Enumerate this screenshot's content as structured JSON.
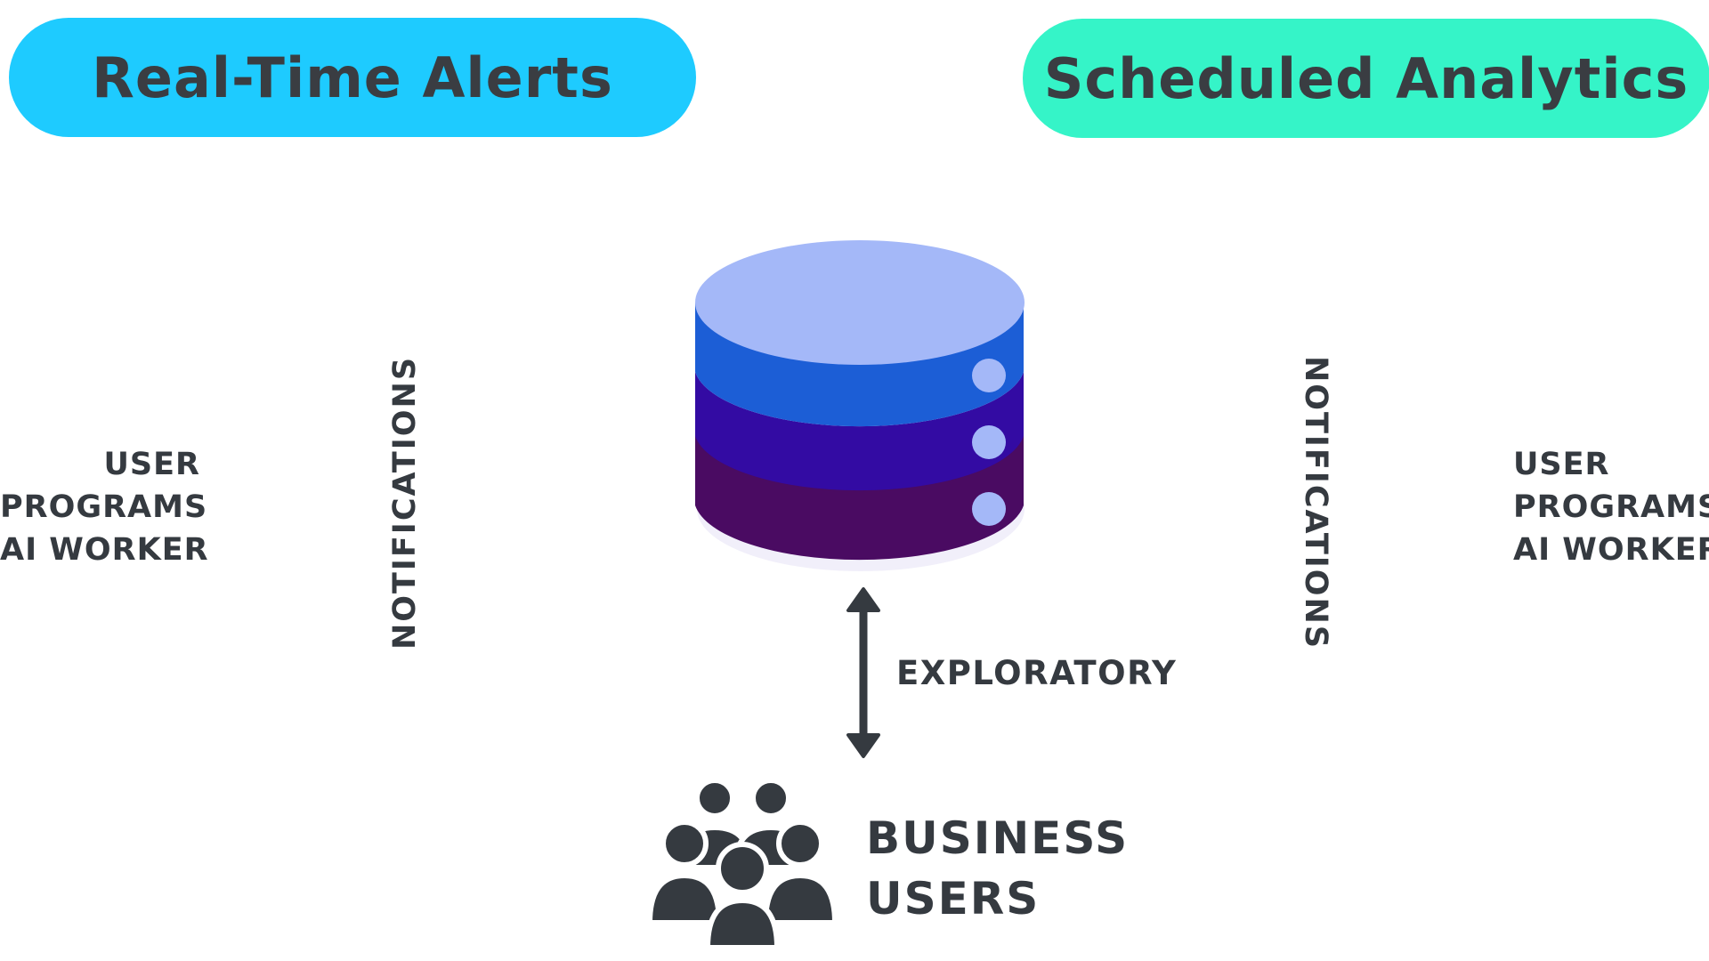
{
  "header": {
    "realtime": {
      "label": "Real-Time Alerts",
      "color": "#1ecbff"
    },
    "scheduled": {
      "label": "Scheduled Analytics",
      "color": "#35f4c8"
    }
  },
  "left_side": {
    "list": [
      "USER",
      "PROGRAMS",
      "AI WORKER"
    ],
    "notifications": "NOTIFICATIONS"
  },
  "right_side": {
    "list": [
      "USER",
      "PROGRAMS",
      "AI WORKER"
    ],
    "notifications": "NOTIFICATIONS"
  },
  "center": {
    "database_icon": "database-icon",
    "arrow_label": "EXPLORATORY",
    "users_icon": "people-group-icon",
    "users_label": [
      "BUSINESS",
      "USERS"
    ]
  },
  "colors": {
    "db_top": "#a4b8f8",
    "db_layer1": "#1c5ed6",
    "db_layer2": "#330ba3",
    "db_layer3": "#4a0b62",
    "db_dots": "#a4b8f8",
    "text": "#353a40"
  }
}
